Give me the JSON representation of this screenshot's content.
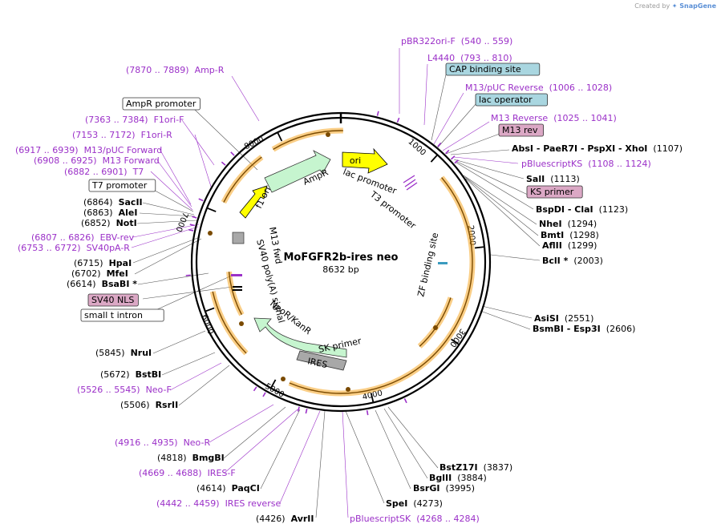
{
  "credit": {
    "prefix": "Created by",
    "brand": "SnapGene"
  },
  "plasmid": {
    "name": "MoFGFR2b-ires neo",
    "length": "8632 bp"
  },
  "colors": {
    "primer": "#9b30c8",
    "site": "#111111",
    "feature_green": "#c6f5cf",
    "feature_yellow": "#ffff00",
    "orf_orange": "#f5a623",
    "misc_gray": "#a8a8a8",
    "box_blue": "#a9d6e0",
    "box_pink": "#dba8c5"
  },
  "ticks": [
    "1000",
    "2000",
    "3000",
    "4000",
    "5000",
    "6000",
    "7000",
    "8000"
  ],
  "features": {
    "ori": "ori",
    "ampr": "AmpR",
    "f1ori": "f1 ori",
    "neokan": "NeoR/KanR",
    "ires": "IRES",
    "lac_promoter": "lac promoter",
    "t3_promoter": "T3 promoter",
    "zf": "ZF binding site",
    "m13fwd": "M13 fwd",
    "sv40": "SV40 poly(A) signal",
    "sk": "SK primer"
  },
  "labels": [
    {
      "id": "pbr322-f",
      "pos": "(540 .. 559)",
      "name": "pBR322ori-F",
      "kind": "primer",
      "order": "name-first"
    },
    {
      "id": "l4440",
      "pos": "(793 .. 810)",
      "name": "L4440",
      "kind": "primer",
      "order": "name-first"
    },
    {
      "id": "cap",
      "name": "CAP binding site",
      "kind": "box-blue"
    },
    {
      "id": "m13puc-rev",
      "pos": "(1006 .. 1028)",
      "name": "M13/pUC Reverse",
      "kind": "primer",
      "order": "name-first"
    },
    {
      "id": "lac-op",
      "name": "lac operator",
      "kind": "box-blue"
    },
    {
      "id": "m13-reverse",
      "pos": "(1025 .. 1041)",
      "name": "M13 Reverse",
      "kind": "primer",
      "order": "name-first"
    },
    {
      "id": "m13rev",
      "name": "M13 rev",
      "kind": "box-pink"
    },
    {
      "id": "absi",
      "name": "AbsI  - PaeR7I  - PspXI  - XhoI",
      "pos": "(1107)",
      "kind": "site",
      "order": "name-first"
    },
    {
      "id": "pbks",
      "pos": "(1108 .. 1124)",
      "name": "pBluescriptKS",
      "kind": "primer",
      "order": "name-first"
    },
    {
      "id": "sali",
      "name": "SalI",
      "pos": "(1113)",
      "kind": "site",
      "order": "name-first"
    },
    {
      "id": "ksprimer",
      "name": "KS primer",
      "kind": "box-pink"
    },
    {
      "id": "bspdi",
      "name": "BspDI  - ClaI",
      "pos": "(1123)",
      "kind": "site",
      "order": "name-first"
    },
    {
      "id": "nhei",
      "name": "NheI",
      "pos": "(1294)",
      "kind": "site",
      "order": "name-first"
    },
    {
      "id": "bmti",
      "name": "BmtI",
      "pos": "(1298)",
      "kind": "site",
      "order": "name-first"
    },
    {
      "id": "aflii",
      "name": "AflII",
      "pos": "(1299)",
      "kind": "site",
      "order": "name-first"
    },
    {
      "id": "bcli",
      "name": "BclI *",
      "pos": "(2003)",
      "kind": "site",
      "order": "name-first"
    },
    {
      "id": "asisi",
      "name": "AsiSI",
      "pos": "(2551)",
      "kind": "site",
      "order": "name-first"
    },
    {
      "id": "bsmbi",
      "name": "BsmBI  - Esp3I",
      "pos": "(2606)",
      "kind": "site",
      "order": "name-first"
    },
    {
      "id": "bstz17i",
      "name": "BstZ17I",
      "pos": "(3837)",
      "kind": "site",
      "order": "name-first"
    },
    {
      "id": "bglii",
      "name": "BglII",
      "pos": "(3884)",
      "kind": "site",
      "order": "name-first"
    },
    {
      "id": "bsrgi",
      "name": "BsrGI",
      "pos": "(3995)",
      "kind": "site",
      "order": "name-first"
    },
    {
      "id": "spei",
      "name": "SpeI",
      "pos": "(4273)",
      "kind": "site",
      "order": "name-first"
    },
    {
      "id": "pbsk",
      "name": "pBluescriptSK",
      "pos": "(4268 .. 4284)",
      "kind": "primer",
      "order": "name-first"
    },
    {
      "id": "avrii",
      "pos": "(4426)",
      "name": "AvrII",
      "kind": "site",
      "order": "pos-first"
    },
    {
      "id": "ires-rev",
      "pos": "(4442 .. 4459)",
      "name": "IRES reverse",
      "kind": "primer",
      "order": "pos-first"
    },
    {
      "id": "paqci",
      "pos": "(4614)",
      "name": "PaqCI",
      "kind": "site",
      "order": "pos-first"
    },
    {
      "id": "ires-f",
      "pos": "(4669 .. 4688)",
      "name": "IRES-F",
      "kind": "primer",
      "order": "pos-first"
    },
    {
      "id": "bmgbi",
      "pos": "(4818)",
      "name": "BmgBI",
      "kind": "site",
      "order": "pos-first"
    },
    {
      "id": "neo-r",
      "pos": "(4916 .. 4935)",
      "name": "Neo-R",
      "kind": "primer",
      "order": "pos-first"
    },
    {
      "id": "rsrii",
      "pos": "(5506)",
      "name": "RsrII",
      "kind": "site",
      "order": "pos-first"
    },
    {
      "id": "neo-f",
      "pos": "(5526 .. 5545)",
      "name": "Neo-F",
      "kind": "primer",
      "order": "pos-first"
    },
    {
      "id": "bstbi",
      "pos": "(5672)",
      "name": "BstBI",
      "kind": "site",
      "order": "pos-first"
    },
    {
      "id": "nrui",
      "pos": "(5845)",
      "name": "NruI",
      "kind": "site",
      "order": "pos-first"
    },
    {
      "id": "smallt",
      "name": "small t intron",
      "kind": "box-white"
    },
    {
      "id": "sv40nls",
      "name": "SV40 NLS",
      "kind": "box-pink"
    },
    {
      "id": "bsabi",
      "pos": "(6614)",
      "name": "BsaBI *",
      "kind": "site",
      "order": "pos-first"
    },
    {
      "id": "mfei",
      "pos": "(6702)",
      "name": "MfeI",
      "kind": "site",
      "order": "pos-first"
    },
    {
      "id": "hpai",
      "pos": "(6715)",
      "name": "HpaI",
      "kind": "site",
      "order": "pos-first"
    },
    {
      "id": "sv40pa-r",
      "pos": "(6753 .. 6772)",
      "name": "SV40pA-R",
      "kind": "primer",
      "order": "pos-first"
    },
    {
      "id": "ebv-rev",
      "pos": "(6807 .. 6826)",
      "name": "EBV-rev",
      "kind": "primer",
      "order": "pos-first"
    },
    {
      "id": "noti",
      "pos": "(6852)",
      "name": "NotI",
      "kind": "site",
      "order": "pos-first"
    },
    {
      "id": "alei",
      "pos": "(6863)",
      "name": "AleI",
      "kind": "site",
      "order": "pos-first"
    },
    {
      "id": "sacii",
      "pos": "(6864)",
      "name": "SacII",
      "kind": "site",
      "order": "pos-first"
    },
    {
      "id": "t7prom",
      "name": "T7 promoter",
      "kind": "box-white"
    },
    {
      "id": "t7",
      "pos": "(6882 .. 6901)",
      "name": "T7",
      "kind": "primer",
      "order": "pos-first"
    },
    {
      "id": "m13fwd-p",
      "pos": "(6908 .. 6925)",
      "name": "M13 Forward",
      "kind": "primer",
      "order": "pos-first"
    },
    {
      "id": "m13puc-fwd",
      "pos": "(6917 .. 6939)",
      "name": "M13/pUC Forward",
      "kind": "primer",
      "order": "pos-first"
    },
    {
      "id": "f1ori-r",
      "pos": "(7153 .. 7172)",
      "name": "F1ori-R",
      "kind": "primer",
      "order": "pos-first"
    },
    {
      "id": "f1ori-f",
      "pos": "(7363 .. 7384)",
      "name": "F1ori-F",
      "kind": "primer",
      "order": "pos-first"
    },
    {
      "id": "amprprom",
      "name": "AmpR promoter",
      "kind": "box-white"
    },
    {
      "id": "amp-r",
      "pos": "(7870 .. 7889)",
      "name": "Amp-R",
      "kind": "primer",
      "order": "pos-first"
    }
  ]
}
